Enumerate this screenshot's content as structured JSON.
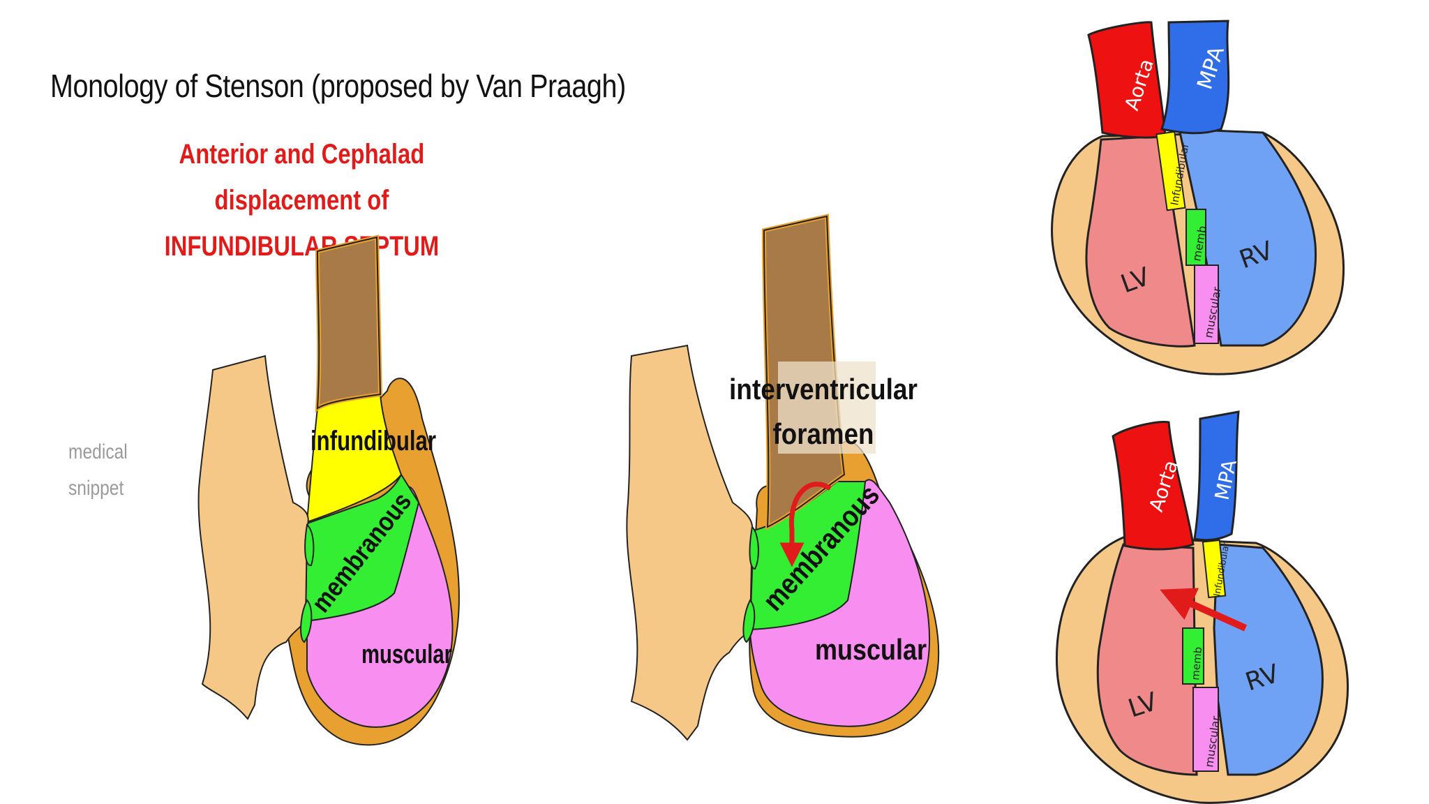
{
  "title": "Monology of Stenson (proposed by Van Praagh)",
  "subtitle_line1": "Anterior and Cephalad displacement of",
  "subtitle_line2": "INFUNDIBULAR SEPTUM",
  "watermark_line1": "medical",
  "watermark_line2": "snippet",
  "diagram_left": {
    "label_infundibular": "infundibular",
    "label_membranous": "membranous",
    "label_muscular": "muscular"
  },
  "diagram_middle": {
    "label_foramen_line1": "interventricular",
    "label_foramen_line2": "foramen",
    "label_membranous": "membranous",
    "label_muscular": "muscular"
  },
  "diagram_top_right": {
    "aorta": "Aorta",
    "mpa": "MPA",
    "infundibular": "Infundibular",
    "memb": "memb",
    "muscular": "muscular",
    "lv": "LV",
    "rv": "RV"
  },
  "diagram_bottom_right": {
    "aorta": "Aorta",
    "mpa": "MPA",
    "infundibular": "Infundibular",
    "memb": "memb",
    "muscular": "muscular",
    "lv": "LV",
    "rv": "RV"
  },
  "colors": {
    "tissue": "#f6c888",
    "outline": "#e8a030",
    "infundibular": "#ffff00",
    "membranous": "#33ee33",
    "muscular": "#f88ef0",
    "trunk": "#a87a48",
    "aorta": "#ee1111",
    "mpa": "#2f6ee8",
    "lv": "#f08a8a",
    "rv": "#6fa2f4",
    "arrow": "#e11a1a"
  }
}
